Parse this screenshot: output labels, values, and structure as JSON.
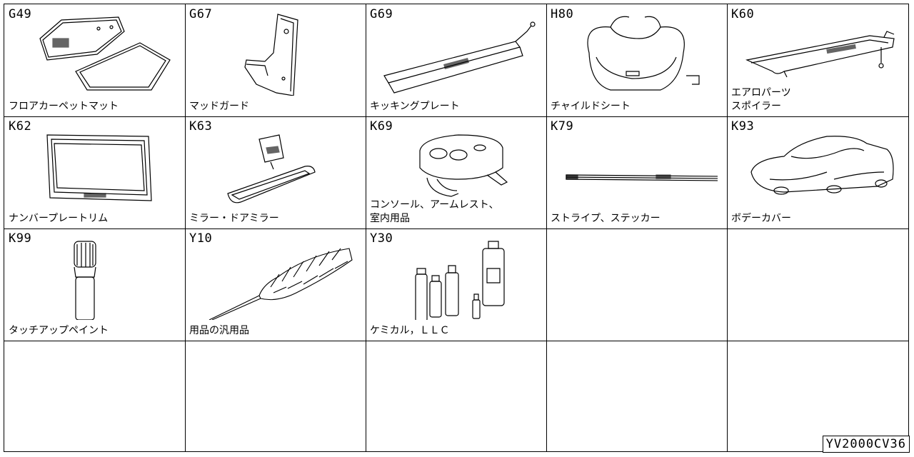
{
  "cells": [
    {
      "code": "G49",
      "label": "フロアカーペットマット",
      "icon": "floor-mat-icon"
    },
    {
      "code": "G67",
      "label": "マッドガード",
      "icon": "mud-guard-icon"
    },
    {
      "code": "G69",
      "label": "キッキングプレート",
      "icon": "kicking-plate-icon"
    },
    {
      "code": "H80",
      "label": "チャイルドシート",
      "icon": "child-seat-icon"
    },
    {
      "code": "K60",
      "label": "エアロパーツ\nスポイラー",
      "icon": "spoiler-icon"
    },
    {
      "code": "K62",
      "label": "ナンバープレートリム",
      "icon": "license-plate-rim-icon"
    },
    {
      "code": "K63",
      "label": "ミラー・ドアミラー",
      "icon": "rear-view-mirror-icon"
    },
    {
      "code": "K69",
      "label": "コンソール、アームレスト、\n室内用品",
      "icon": "console-icon"
    },
    {
      "code": "K79",
      "label": "ストライプ、ステッカー",
      "icon": "stripe-icon"
    },
    {
      "code": "K93",
      "label": "ボデーカバー",
      "icon": "body-cover-icon"
    },
    {
      "code": "K99",
      "label": "タッチアップペイント",
      "icon": "touch-up-paint-icon"
    },
    {
      "code": "Y10",
      "label": "用品の汎用品",
      "icon": "duster-icon"
    },
    {
      "code": "Y30",
      "label": "ケミカル，ＬＬＣ",
      "icon": "chemical-bottles-icon"
    }
  ],
  "reference_code": "YV2000CV36"
}
